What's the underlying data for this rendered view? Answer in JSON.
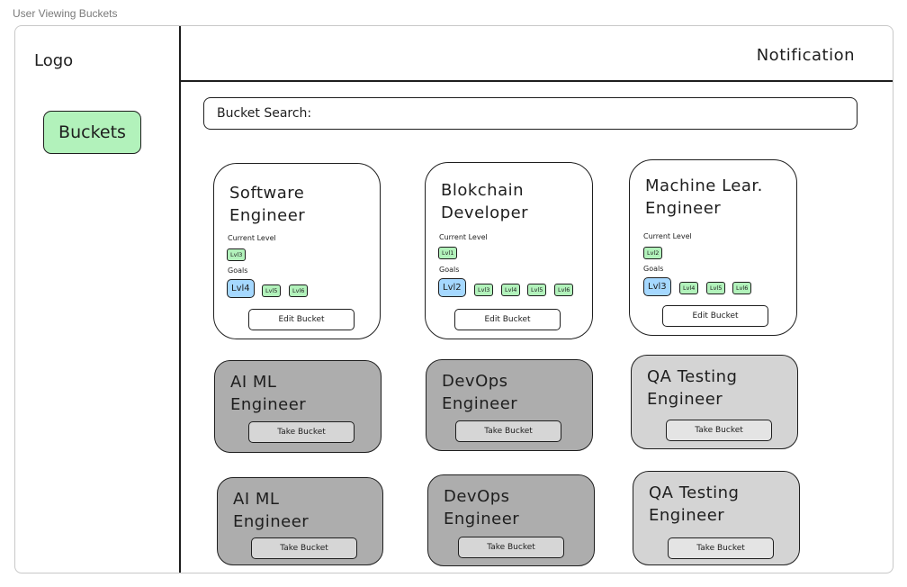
{
  "page": {
    "label": "User Viewing Buckets"
  },
  "header": {
    "logo": "Logo",
    "notification": "Notification"
  },
  "sidebar": {
    "buckets_label": "Buckets"
  },
  "search": {
    "label": "Bucket Search:",
    "value": ""
  },
  "labels": {
    "current_level": "Current Level",
    "goals": "Goals"
  },
  "my_buckets": [
    {
      "title_line1": "Software",
      "title_line2": "Engineer",
      "current": "Lvl3",
      "goal_primary": "Lvl4",
      "goals": [
        "Lvl5",
        "Lvl6"
      ],
      "button": "Edit Bucket"
    },
    {
      "title_line1": "Blokchain",
      "title_line2": "Developer",
      "current": "Lvl1",
      "goal_primary": "Lvl2",
      "goals": [
        "Lvl3",
        "Lvl4",
        "Lvl5",
        "Lvl6"
      ],
      "button": "Edit Bucket"
    },
    {
      "title_line1": "Machine Lear.",
      "title_line2": "Engineer",
      "current": "Lvl2",
      "goal_primary": "Lvl3",
      "goals": [
        "Lvl4",
        "Lvl5",
        "Lvl6"
      ],
      "button": "Edit Bucket"
    }
  ],
  "available_buckets": [
    {
      "title_line1": "AI ML",
      "title_line2": "Engineer",
      "button": "Take Bucket"
    },
    {
      "title_line1": "DevOps",
      "title_line2": "Engineer",
      "button": "Take Bucket"
    },
    {
      "title_line1": "QA Testing",
      "title_line2": "Engineer",
      "button": "Take Bucket"
    },
    {
      "title_line1": "AI ML",
      "title_line2": "Engineer",
      "button": "Take Bucket"
    },
    {
      "title_line1": "DevOps",
      "title_line2": "Engineer",
      "button": "Take Bucket"
    },
    {
      "title_line1": "QA Testing",
      "title_line2": "Engineer",
      "button": "Take Bucket"
    }
  ],
  "colors": {
    "nav_green": "#b2f2bb",
    "tag_green": "#b2f2bb",
    "tag_blue": "#a5d8ff",
    "card_dark": "#adadad",
    "card_light": "#d4d4d4"
  }
}
